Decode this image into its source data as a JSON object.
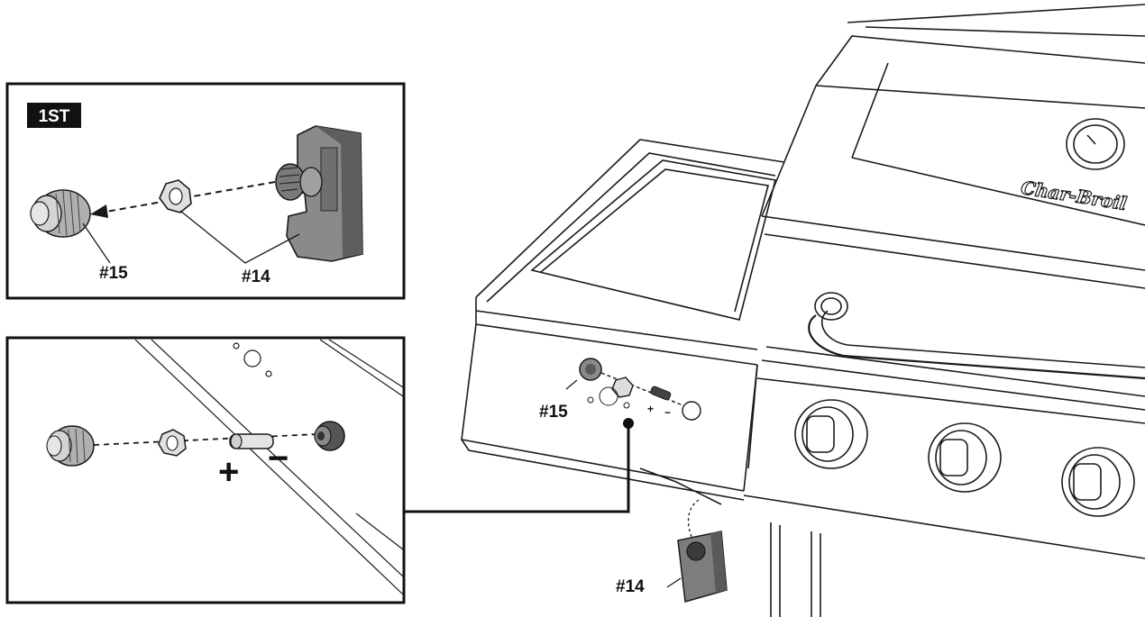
{
  "step_badge": "1ST",
  "inset_top": {
    "part_a_label": "#15",
    "part_b_label": "#14"
  },
  "inset_bottom": {
    "plus_sign": "+",
    "minus_sign": "−"
  },
  "main": {
    "part_a_label": "#15",
    "part_b_label": "#14",
    "plus_sign": "+",
    "minus_sign": "−",
    "brand_logo": "Char-Broil"
  },
  "colors": {
    "line": "#1a1a1a",
    "part_fill": "#8a8a8a",
    "part_dark": "#4a4a4a",
    "badge_bg": "#111111",
    "badge_text": "#ffffff"
  }
}
